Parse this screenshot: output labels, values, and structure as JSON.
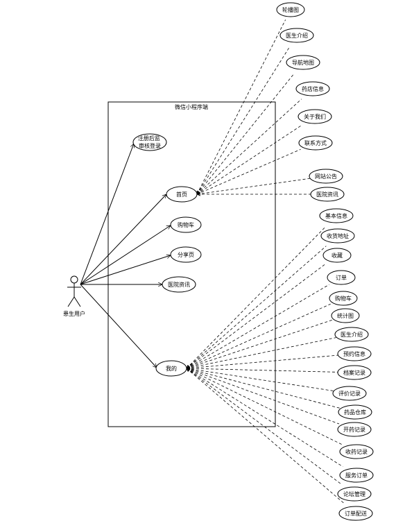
{
  "system": {
    "title": "微信小程序端"
  },
  "actor": {
    "label": "患生用户"
  },
  "use_cases": {
    "register": "注册后监\n审核登录",
    "home": "首页",
    "cart": "购物车",
    "share": "分享页",
    "news": "医院资讯",
    "mine": "我的"
  },
  "home_items": [
    "轮播图",
    "医生介绍",
    "导航地图",
    "药店信息",
    "关于我们",
    "联系方式",
    "网站公告",
    "医院资讯"
  ],
  "mine_items": [
    "基本信息",
    "收货地址",
    "收藏",
    "订单",
    "购物车",
    "统计图",
    "医生介绍",
    "预约信息",
    "档案记录",
    "评价记录",
    "药品仓库",
    "开药记录",
    "收药记录",
    "服务订单",
    "论坛管理",
    "订单配送"
  ]
}
